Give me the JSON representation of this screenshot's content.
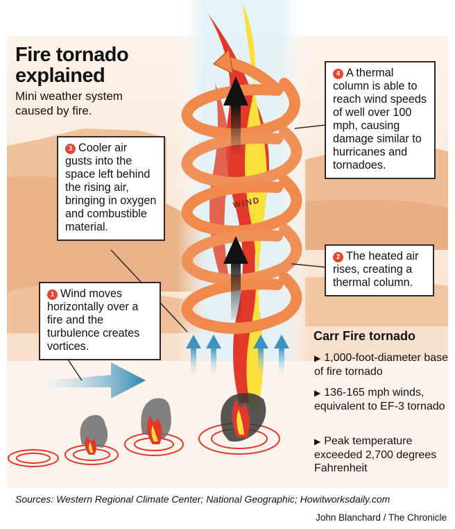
{
  "title": "Fire tornado explained",
  "subtitle": "Mini weather system caused by fire.",
  "callouts": [
    {
      "number": "1",
      "text": "Wind moves horizontally over a fire and the turbulence creates vortices."
    },
    {
      "number": "2",
      "text": "The heated air rises, creating a thermal column."
    },
    {
      "number": "3",
      "text": "Cooler air gusts into the space left behind the rising air, bringing in oxygen and combustible material."
    },
    {
      "number": "4",
      "text": "A thermal column is able to reach wind speeds of well over 100 mph, causing damage similar to hurricanes and tornadoes."
    }
  ],
  "wind_label": "WIND",
  "carr_fire": {
    "title": "Carr Fire tornado",
    "facts": [
      "1,000-foot-diameter base of fire tornado",
      "136-165 mph winds, equivalent to EF-3 tornado",
      "Peak temperature exceeded 2,700 degrees Fahrenheit"
    ]
  },
  "sources": "Sources: Western Regional Climate Center; National Geographic; Howitworksdaily.com",
  "credit": "John Blanchard / The Chronicle",
  "colors": {
    "sky": "#fbeee0",
    "hills": "#e8b48a",
    "spiral": "#ef8a4c",
    "flame_red": "#e2382a",
    "flame_yellow": "#fbe03c",
    "wind_arrow": "#2f87b3",
    "badge": "#e8442e"
  }
}
